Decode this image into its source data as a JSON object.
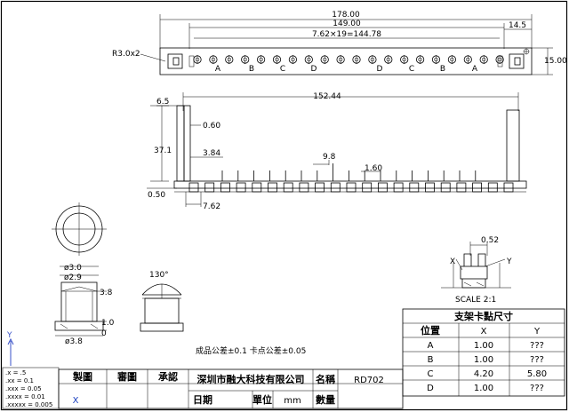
{
  "top_view": {
    "dim_overall": "178.00",
    "dim_inner": "149.00",
    "dim_pitch": "7.62×19=144.78",
    "dim_side": "14.5",
    "dim_height": "15.00",
    "radius_label": "R3.0x2",
    "pin_labels": [
      "A",
      "B",
      "C",
      "D",
      "D",
      "C",
      "B",
      "A"
    ]
  },
  "side_view": {
    "dim_length": "152.44",
    "dim_left": "6.5",
    "dim_height": "37.1",
    "dim_060": "0.60",
    "dim_384": "3.84",
    "dim_98": "9.8",
    "dim_160": "1.60",
    "dim_050": "0.50",
    "dim_762": "7.62"
  },
  "detail": {
    "dia_30": "ø3.0",
    "dia_29": "ø2.9",
    "dim_38": "3.8",
    "dim_10": "1.0",
    "dim_0": "0",
    "dia_38": "ø3.8",
    "angle": "130°"
  },
  "scale_view": {
    "dim_052": "0.52",
    "x_label": "X",
    "y_label": "Y",
    "scale": "SCALE 2:1"
  },
  "spec_table": {
    "title": "支架卡點尺寸",
    "headers": [
      "位置",
      "X",
      "Y"
    ],
    "rows": [
      [
        "A",
        "1.00",
        "???"
      ],
      [
        "B",
        "1.00",
        "???"
      ],
      [
        "C",
        "4.20",
        "5.80"
      ],
      [
        "D",
        "1.00",
        "???"
      ]
    ]
  },
  "tolerance_note": "成品公差±0.1 卡点公差±0.05",
  "title_block": {
    "make_label": "製圖",
    "review_label": "審圖",
    "approve_label": "承認",
    "company": "深圳市融大科技有限公司",
    "name_label": "名稱",
    "part_name": "RD702",
    "date_label": "日期",
    "unit_label": "單位",
    "unit_value": "mm",
    "qty_label": "數量",
    "x_mark": "X"
  },
  "tolerance_legend": [
    ".x = .5",
    ".xx = 0.1",
    ".xxx = 0.05",
    ".xxxx = 0.01",
    ".xxxxx = 0.005"
  ],
  "axis_label": "Y"
}
